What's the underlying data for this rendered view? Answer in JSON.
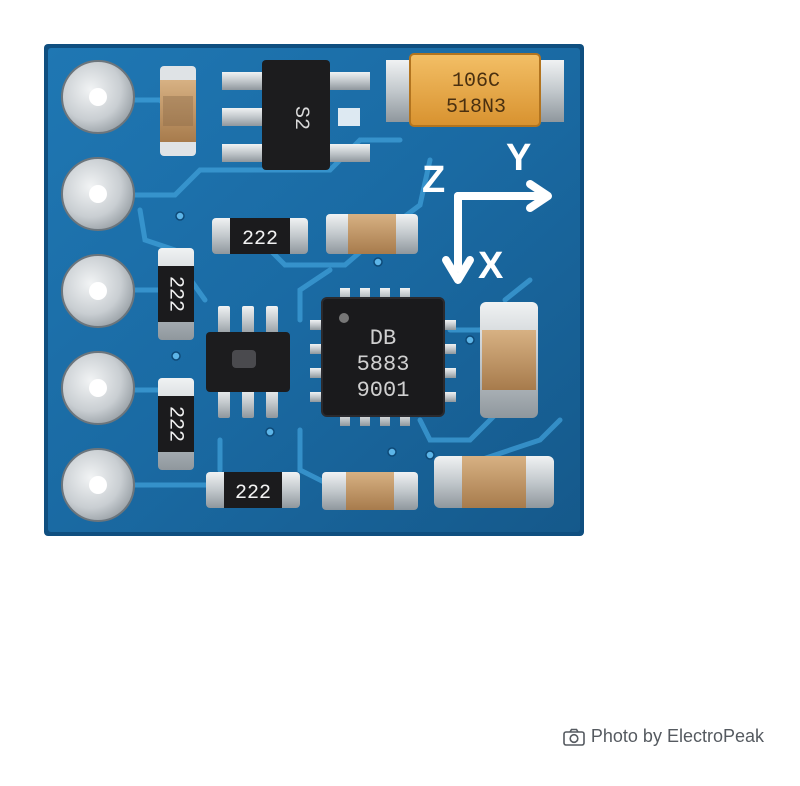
{
  "board": {
    "regulator_marking": "S2",
    "tantalum_cap_line1": "106C",
    "tantalum_cap_line2": "518N3",
    "resistor_top": "222",
    "resistor_left_upper": "222",
    "resistor_left_lower": "222",
    "resistor_bottom": "222",
    "chip_line1": "DB",
    "chip_line2": "5883",
    "chip_line3": "9001",
    "axis_z": "Z",
    "axis_y": "Y",
    "axis_x": "X"
  },
  "credit": {
    "icon": "camera-icon",
    "text": "Photo by ElectroPeak"
  },
  "colors": {
    "pcb": "#1c6fa8",
    "trace": "#3f9fd8",
    "pad": "#d8dde0",
    "tantalum": "#e8a94a",
    "ic": "#1b1b1d"
  }
}
